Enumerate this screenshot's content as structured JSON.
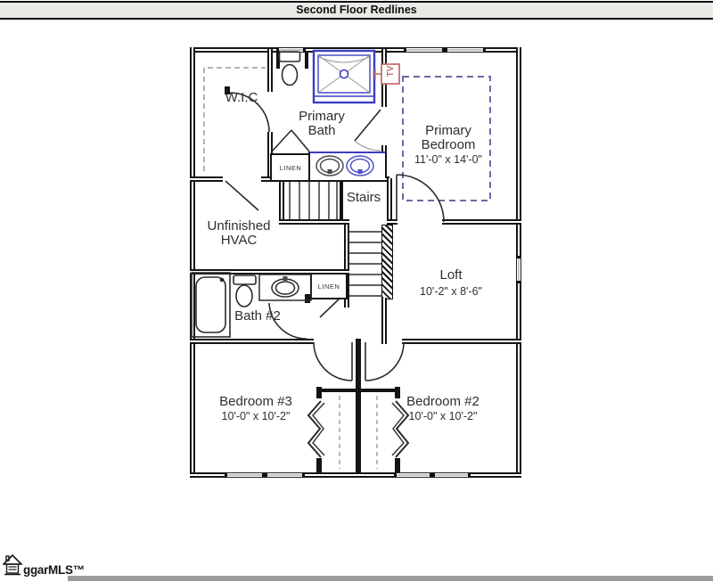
{
  "header": {
    "title": "Second Floor Redlines"
  },
  "rooms": {
    "wic": {
      "label": "W.I.C"
    },
    "primary_bath": {
      "label": "Primary Bath"
    },
    "primary_bedroom": {
      "label": "Primary Bedroom",
      "dims": "11'-0\" x 14'-0\""
    },
    "stairs": {
      "label": "Stairs"
    },
    "hvac": {
      "label": "Unfinished HVAC"
    },
    "loft": {
      "label": "Loft",
      "dims": "10'-2\" x 8'-6\""
    },
    "bath2": {
      "label": "Bath #2"
    },
    "bedroom3": {
      "label": "Bedroom #3",
      "dims": "10'-0\" x 10'-2\""
    },
    "bedroom2": {
      "label": "Bedroom #2",
      "dims": "10'-0\" x 10'-2\""
    }
  },
  "closets": {
    "linen_primary": {
      "label": "LINEN"
    },
    "linen_hall": {
      "label": "LINEN"
    }
  },
  "markers": {
    "tv": {
      "label": "TV"
    }
  },
  "colors": {
    "redline_blue": "#3d3dc2",
    "marker_red": "#c4706f",
    "wall": "#141414"
  },
  "footer": {
    "logo_text": "ggarMLS™"
  }
}
